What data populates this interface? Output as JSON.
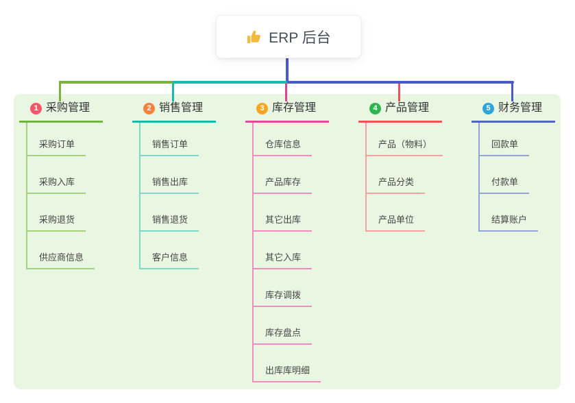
{
  "root": {
    "title": "ERP 后台",
    "icon": "thumbs-up-icon"
  },
  "palette": {
    "page_bg": "#ffffff",
    "panel_bg": "#e8f6e2",
    "root_text": "#454e57",
    "heading_text": "#333333",
    "child_text": "#464646",
    "trunk_green": "#7ab43f",
    "trunk_teal": "#16bcab",
    "trunk_blue": "#4a5ac9",
    "thumb_icon": "#f5b93c"
  },
  "branches": [
    {
      "num": "1",
      "title": "采购管理",
      "colors": {
        "badge": "#f4566a",
        "line": "#6fb43c",
        "light": "#a4d17c",
        "drop": "#7ab43f"
      },
      "children": [
        "采购订单",
        "采购入库",
        "采购退货",
        "供应商信息"
      ]
    },
    {
      "num": "2",
      "title": "销售管理",
      "colors": {
        "badge": "#f5823e",
        "line": "#16bcab",
        "light": "#7fd6ca",
        "drop": "#16bcab"
      },
      "children": [
        "销售订单",
        "销售出库",
        "销售退货",
        "客户信息"
      ]
    },
    {
      "num": "3",
      "title": "库存管理",
      "colors": {
        "badge": "#f6a623",
        "line": "#e8489c",
        "light": "#f18cc0",
        "drop": "#e0418f"
      },
      "children": [
        "仓库信息",
        "产品库存",
        "其它出库",
        "其它入库",
        "库存调拨",
        "库存盘点",
        "出库库明细"
      ]
    },
    {
      "num": "4",
      "title": "产品管理",
      "colors": {
        "badge": "#30b353",
        "line": "#f25053",
        "light": "#f6a0a0",
        "drop": "#f15156"
      },
      "children": [
        "产品（物料）",
        "产品分类",
        "产品单位"
      ]
    },
    {
      "num": "5",
      "title": "财务管理",
      "colors": {
        "badge": "#2fa3da",
        "line": "#4d65c9",
        "light": "#93a4d9",
        "drop": "#4a5ac9"
      },
      "children": [
        "回款单",
        "付款单",
        "结算账户"
      ]
    }
  ]
}
